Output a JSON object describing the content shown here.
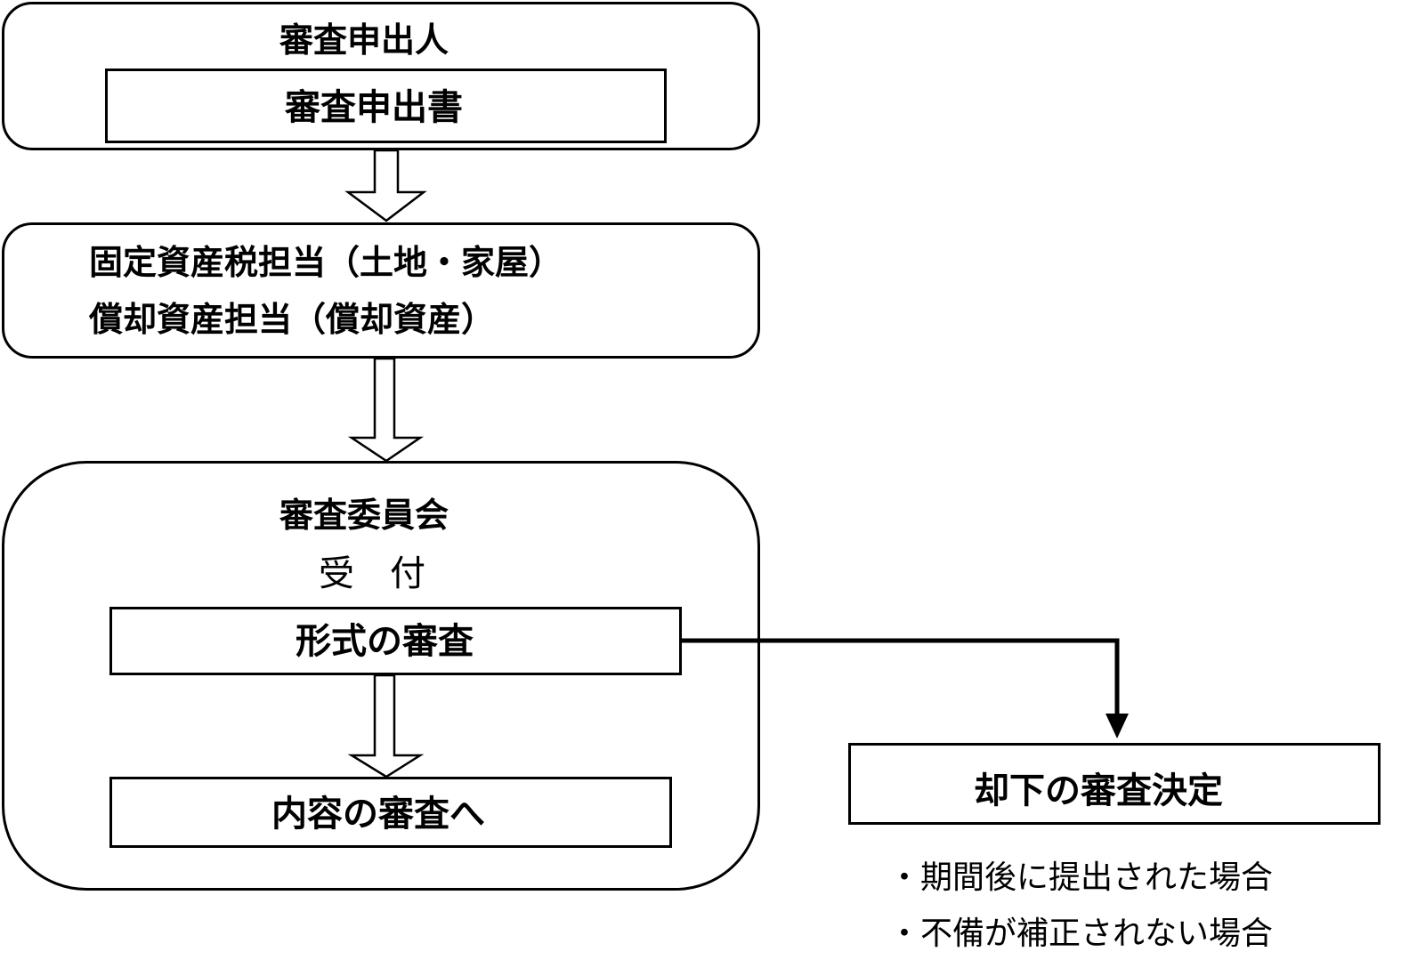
{
  "applicant": {
    "title": "審査申出人",
    "document": "審査申出書"
  },
  "department": {
    "line1": "固定資産税担当（土地・家屋）",
    "line2": "償却資産担当（償却資産）"
  },
  "committee": {
    "title": "審査委員会",
    "reception": "受　付",
    "formal_review": "形式の審査",
    "content_review": "内容の審査へ"
  },
  "rejection": {
    "decision": "却下の審査決定",
    "reasons": [
      "・期間後に提出された場合",
      "・不備が補正されない場合"
    ]
  }
}
